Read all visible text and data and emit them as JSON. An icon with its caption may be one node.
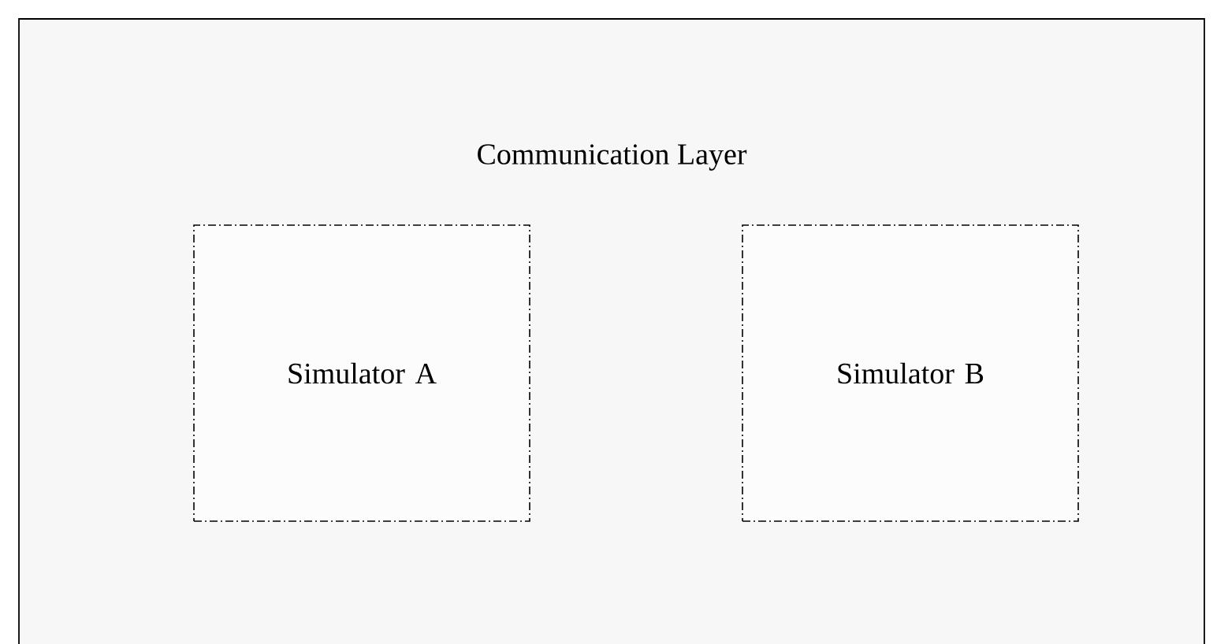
{
  "diagram": {
    "nodes": [
      {
        "text": [
          "Communication Layer"
        ]
      },
      {
        "text": [
          "Simulator A"
        ],
        "in": 0
      },
      {
        "text": [
          "Simulator B"
        ],
        "in": 0
      }
    ]
  }
}
